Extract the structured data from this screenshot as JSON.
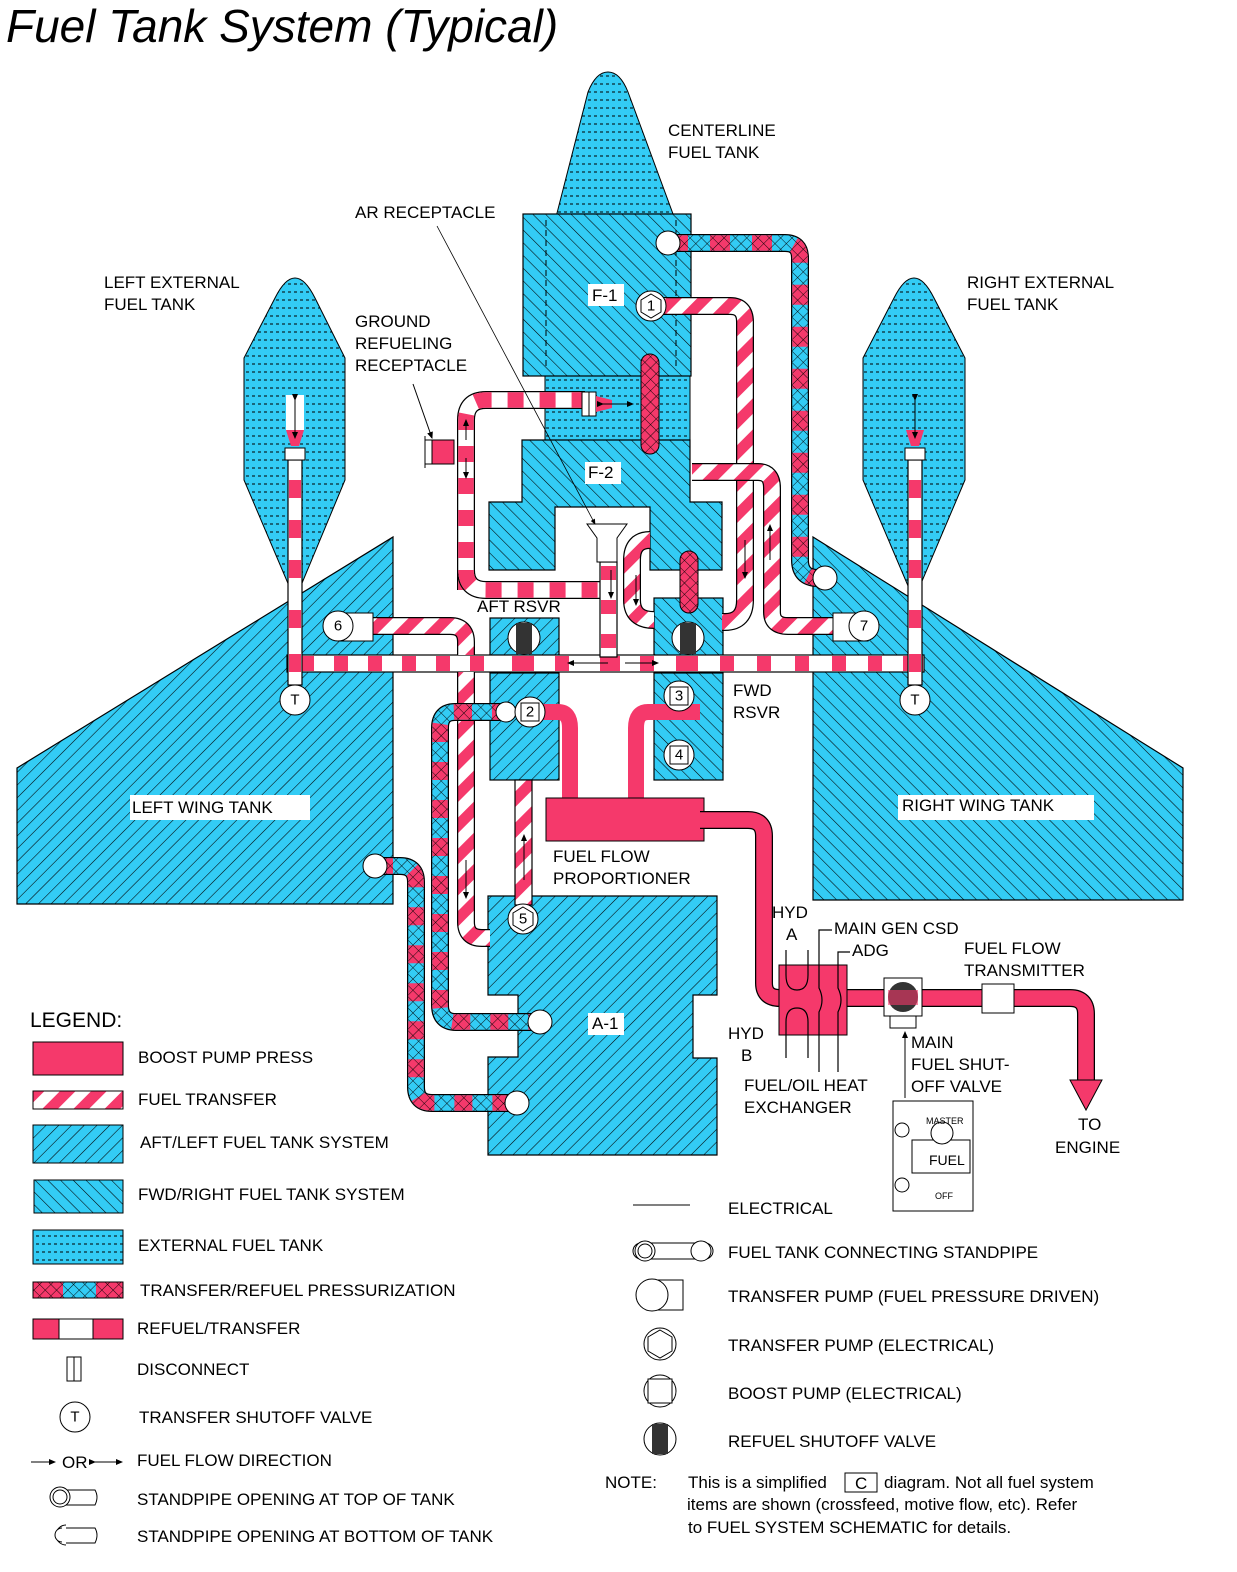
{
  "title": "Fuel Tank System (Typical)",
  "colors": {
    "fuel_pink": "#f5396b",
    "tank_cyan": "#33ccf5",
    "line": "#000000",
    "valve_dark": "#333333"
  },
  "tank_labels": {
    "centerline": [
      "CENTERLINE",
      "FUEL TANK"
    ],
    "left_external": [
      "LEFT EXTERNAL",
      "FUEL TANK"
    ],
    "right_external": [
      "RIGHT EXTERNAL",
      "FUEL TANK"
    ],
    "left_wing": "LEFT WING TANK",
    "right_wing": "RIGHT WING TANK",
    "f1": "F-1",
    "f2": "F-2",
    "a1": "A-1",
    "aft_rsvr": "AFT RSVR",
    "fwd_rsvr": [
      "FWD",
      "RSVR"
    ]
  },
  "component_labels": {
    "ar_receptacle": "AR RECEPTACLE",
    "ground_refueling": [
      "GROUND",
      "REFUELING",
      "RECEPTACLE"
    ],
    "fuel_flow_proportioner": [
      "FUEL FLOW",
      "PROPORTIONER"
    ],
    "hyd_a": [
      "HYD",
      "A"
    ],
    "hyd_b": [
      "HYD",
      "B"
    ],
    "main_gen_csd": "MAIN GEN CSD",
    "adg": "ADG",
    "heat_exchanger": [
      "FUEL/OIL HEAT",
      "EXCHANGER"
    ],
    "fuel_flow_transmitter": [
      "FUEL FLOW",
      "TRANSMITTER"
    ],
    "main_fuel_shutoff": [
      "MAIN",
      "FUEL SHUT-",
      "OFF VALVE"
    ],
    "to_engine": [
      "TO",
      "ENGINE"
    ],
    "panel_master": "MASTER",
    "panel_fuel": "FUEL",
    "panel_off": "OFF"
  },
  "pump_numbers": [
    "1",
    "2",
    "3",
    "4",
    "5",
    "6",
    "7"
  ],
  "valve_T": "T",
  "legend": {
    "title": "LEGEND:",
    "left_items": [
      {
        "icon": "boost-pump-press-swatch",
        "label": "BOOST PUMP PRESS"
      },
      {
        "icon": "fuel-transfer-swatch",
        "label": "FUEL TRANSFER"
      },
      {
        "icon": "aft-left-tank-swatch",
        "label": "AFT/LEFT FUEL TANK SYSTEM"
      },
      {
        "icon": "fwd-right-tank-swatch",
        "label": "FWD/RIGHT FUEL TANK SYSTEM"
      },
      {
        "icon": "external-tank-swatch",
        "label": "EXTERNAL FUEL TANK"
      },
      {
        "icon": "pressurization-swatch",
        "label": "TRANSFER/REFUEL PRESSURIZATION"
      },
      {
        "icon": "refuel-transfer-swatch",
        "label": "REFUEL/TRANSFER"
      },
      {
        "icon": "disconnect-icon",
        "label": "DISCONNECT"
      },
      {
        "icon": "transfer-shutoff-valve-icon",
        "label": "TRANSFER SHUTOFF VALVE"
      },
      {
        "icon": "flow-direction-icon",
        "label": "FUEL FLOW DIRECTION",
        "prefix": "OR"
      },
      {
        "icon": "standpipe-top-icon",
        "label": "STANDPIPE OPENING AT TOP OF TANK"
      },
      {
        "icon": "standpipe-bottom-icon",
        "label": "STANDPIPE OPENING AT BOTTOM OF TANK"
      }
    ],
    "right_items": [
      {
        "icon": "electrical-line-icon",
        "label": "ELECTRICAL"
      },
      {
        "icon": "connecting-standpipe-icon",
        "label": "FUEL TANK CONNECTING STANDPIPE"
      },
      {
        "icon": "transfer-pump-fuel-icon",
        "label": "TRANSFER PUMP (FUEL PRESSURE DRIVEN)"
      },
      {
        "icon": "transfer-pump-electrical-icon",
        "label": "TRANSFER PUMP (ELECTRICAL)"
      },
      {
        "icon": "boost-pump-electrical-icon",
        "label": "BOOST PUMP (ELECTRICAL)"
      },
      {
        "icon": "refuel-shutoff-valve-icon",
        "label": "REFUEL SHUTOFF VALVE"
      }
    ]
  },
  "note": {
    "label": "NOTE:",
    "line1_before": "This is a simplified",
    "boxed": "C",
    "line1_after": "diagram. Not all fuel system",
    "line2": "items are shown (crossfeed, motive flow, etc). Refer",
    "line3": "to FUEL SYSTEM SCHEMATIC for details."
  }
}
